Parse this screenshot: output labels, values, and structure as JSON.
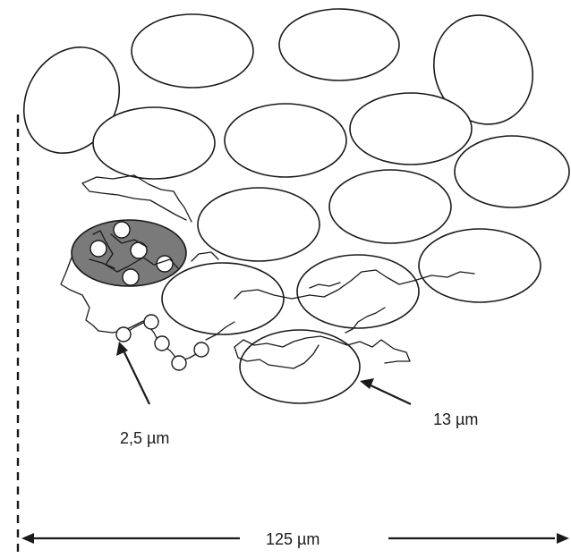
{
  "labels": {
    "small_particle": "2,5 µm",
    "large_particle": "13 µm",
    "width": "125 µm"
  },
  "colors": {
    "line": "#1a1a1a",
    "highlight_fill": "#7a7a7a",
    "background": "#ffffff"
  }
}
